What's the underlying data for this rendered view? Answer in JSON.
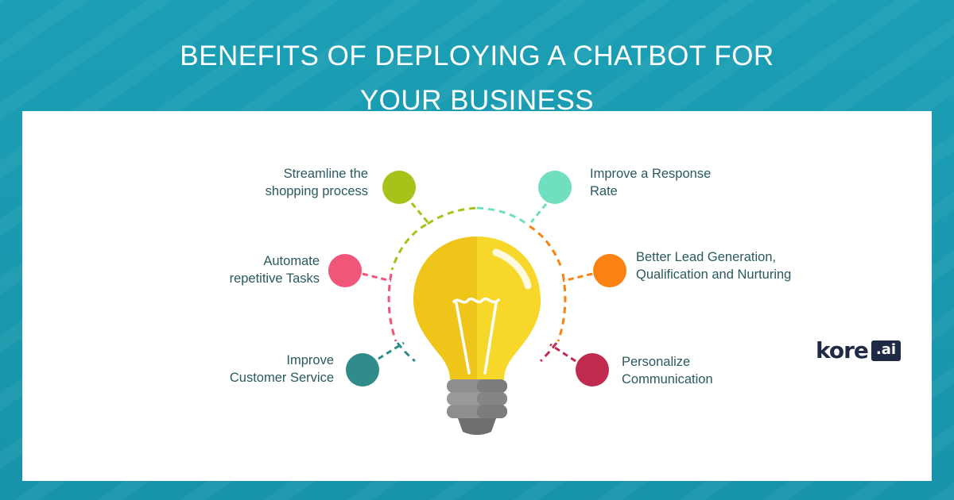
{
  "title": {
    "line1": "BENEFITS OF DEPLOYING A CHATBOT FOR",
    "line2": "YOUR BUSINESS"
  },
  "benefits": [
    {
      "line1": "Streamline the",
      "line2": "shopping process",
      "color": "#a6c31a"
    },
    {
      "line1": "Improve a Response",
      "line2": "Rate",
      "color": "#6fdfc0"
    },
    {
      "line1": "Automate",
      "line2": "repetitive Tasks",
      "color": "#f0567a"
    },
    {
      "line1": "Better Lead Generation,",
      "line2": "Qualification and Nurturing",
      "color": "#fb8110"
    },
    {
      "line1": "Improve",
      "line2": "Customer Service",
      "color": "#2f8c8a"
    },
    {
      "line1": "Personalize",
      "line2": "Communication",
      "color": "#c02a4e"
    }
  ],
  "logo": {
    "word": "kore",
    "badge": ".ai"
  },
  "colors": {
    "background": "#1a9ab0",
    "bulb_light": "#f7d72a",
    "bulb_shade": "#f0c51a",
    "base": "#8a8a8a"
  }
}
